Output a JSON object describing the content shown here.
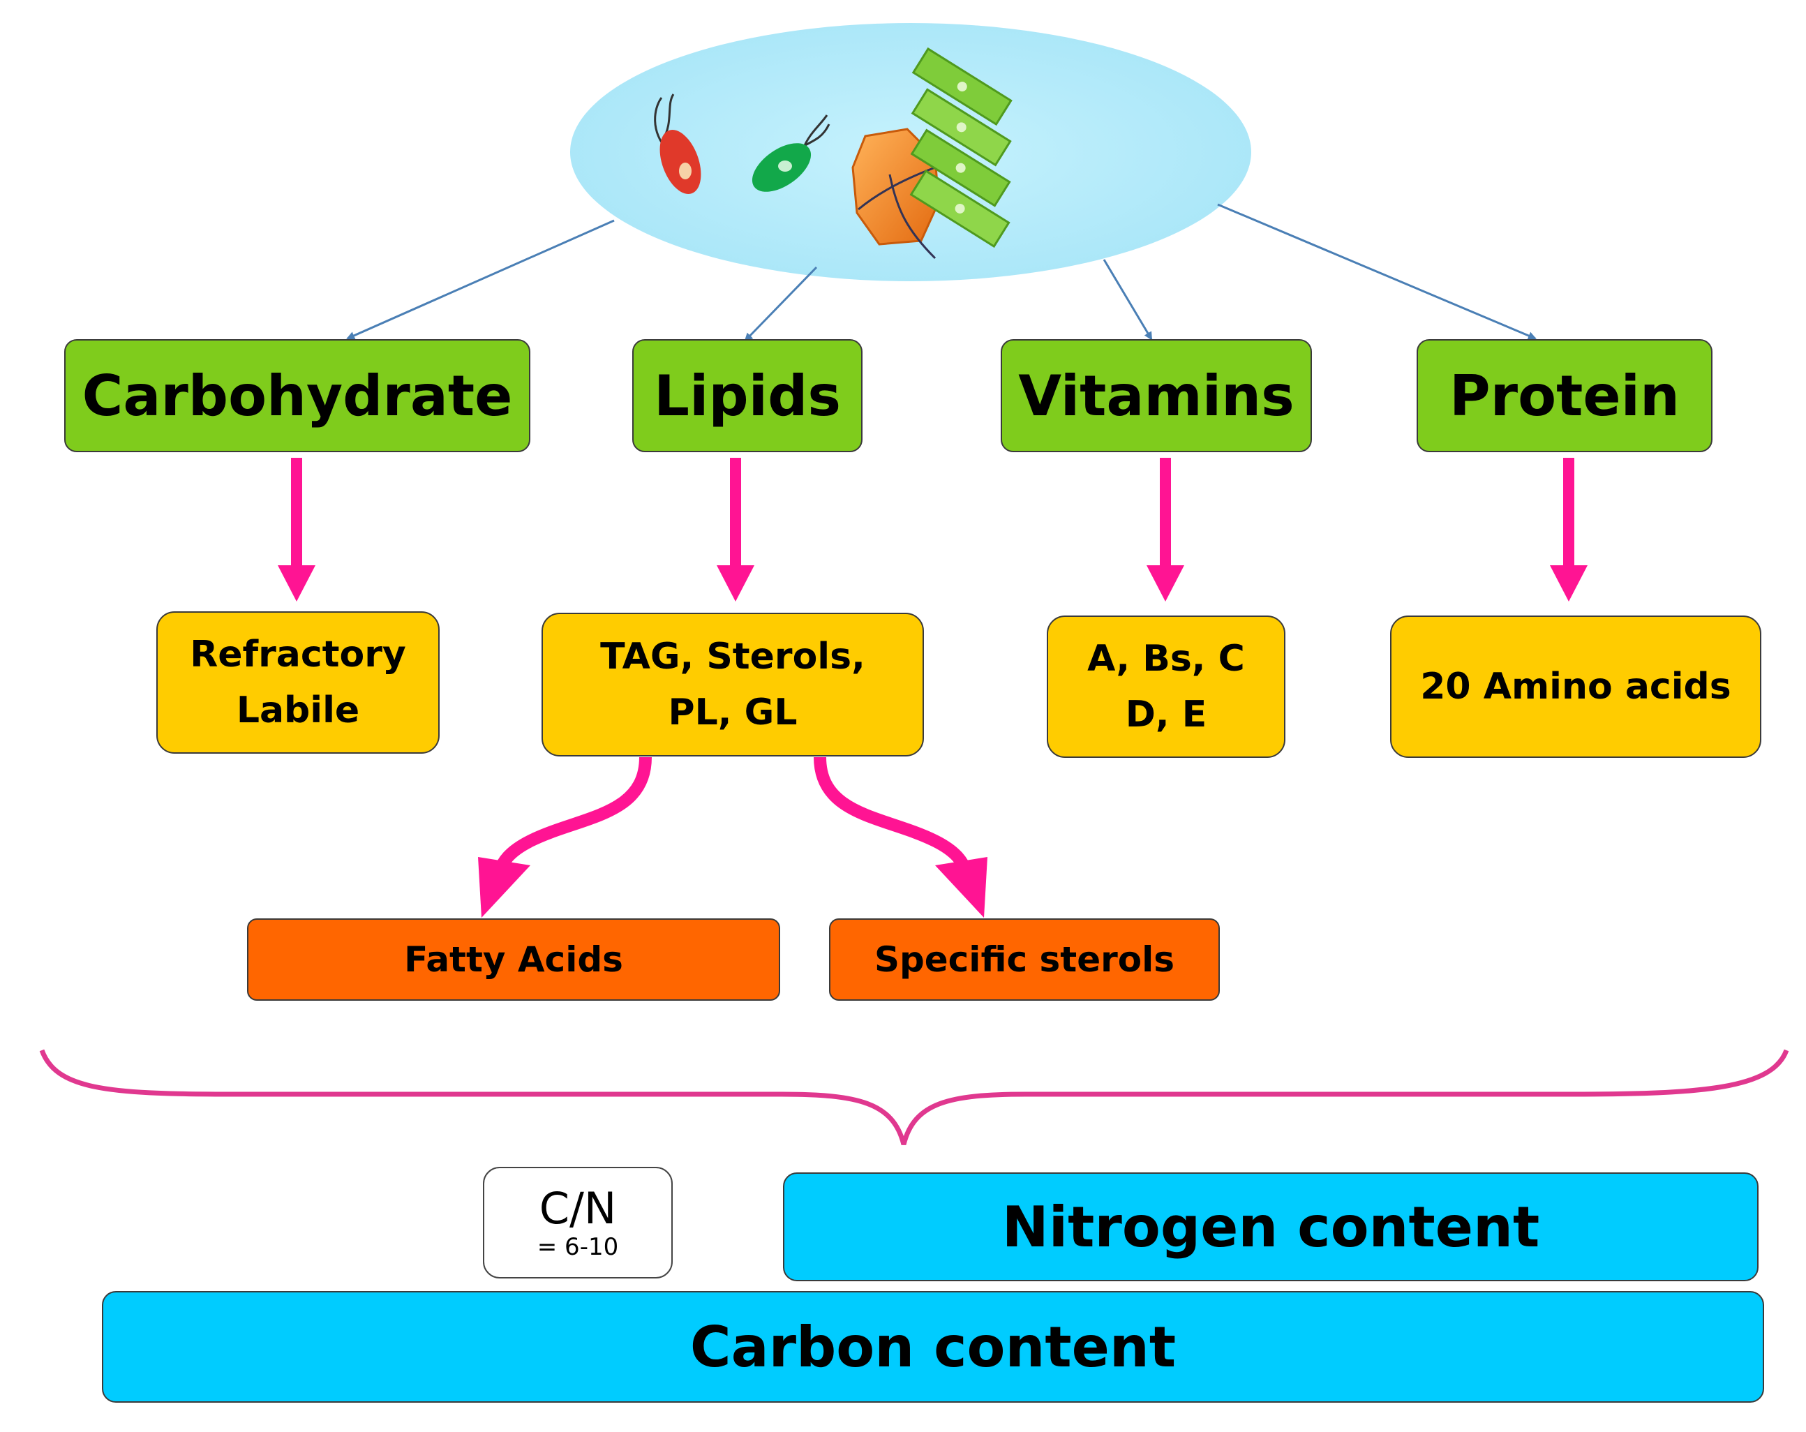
{
  "categories": {
    "carbohydrate": "Carbohydrate",
    "lipids": "Lipids",
    "vitamins": "Vitamins",
    "protein": "Protein"
  },
  "details": {
    "carbohydrate": [
      "Refractory",
      "Labile"
    ],
    "lipids": [
      "TAG, Sterols,",
      "PL, GL"
    ],
    "vitamins": [
      "A, Bs, C",
      "D, E"
    ],
    "protein": "20 Amino acids"
  },
  "lipid_products": {
    "fatty_acids": "Fatty Acids",
    "specific_sterols": "Specific sterols"
  },
  "ratio": {
    "label": "C/N",
    "value": "= 6-10"
  },
  "content": {
    "nitrogen": "Nitrogen content",
    "carbon": "Carbon content"
  },
  "colors": {
    "category_box": "#7fcc1c",
    "detail_box": "#ffcc00",
    "product_box": "#ff6600",
    "content_bar": "#00ccff",
    "magenta_arrow": "#ff1493",
    "thin_arrow": "#4a7fb5",
    "ellipse": "#b3ecfb"
  },
  "icons": [
    "red-flagellate-icon",
    "green-flagellate-icon",
    "orange-dinoflagellate-icon",
    "green-diatom-chain-icon"
  ]
}
